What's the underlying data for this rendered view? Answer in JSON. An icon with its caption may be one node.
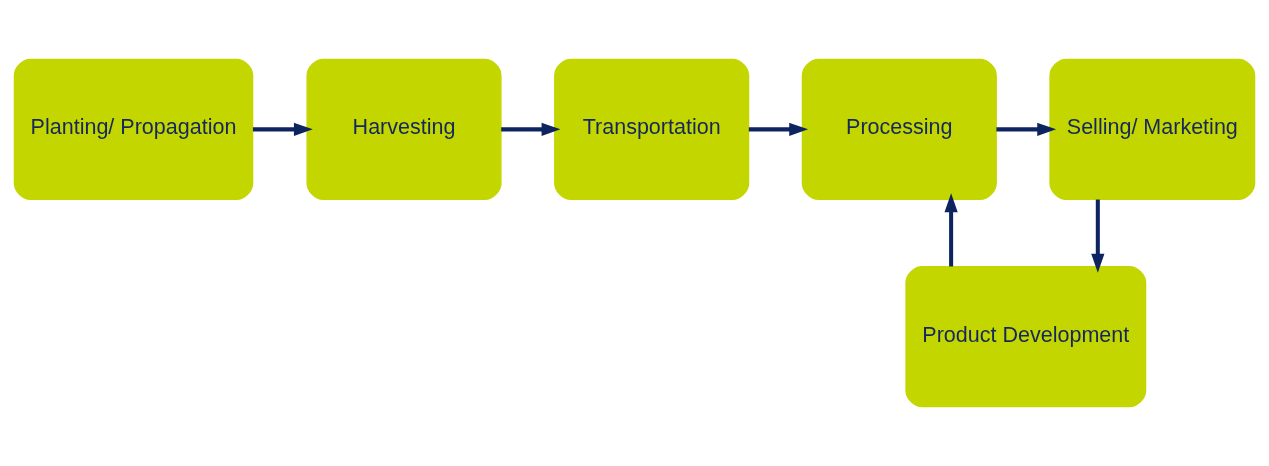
{
  "diagram": {
    "nodes": [
      {
        "text": [
          "Planting/ Propagation"
        ]
      },
      {
        "text": [
          "Harvesting"
        ]
      },
      {
        "text": [
          "Transportation"
        ]
      },
      {
        "text": [
          "Processing"
        ]
      },
      {
        "text": [
          "Selling/ Marketing"
        ]
      },
      {
        "text": [
          "Product Development"
        ]
      }
    ],
    "edges": [
      {
        "from": 0,
        "to": 1,
        "arrow": "to"
      },
      {
        "from": 1,
        "to": 2,
        "arrow": "to"
      },
      {
        "from": 2,
        "to": 3,
        "arrow": "to"
      },
      {
        "from": 3,
        "to": 4,
        "arrow": "to"
      },
      {
        "from": 4,
        "to": 5,
        "arrow": "to"
      },
      {
        "from": 5,
        "to": 3,
        "arrow": "to"
      }
    ]
  }
}
